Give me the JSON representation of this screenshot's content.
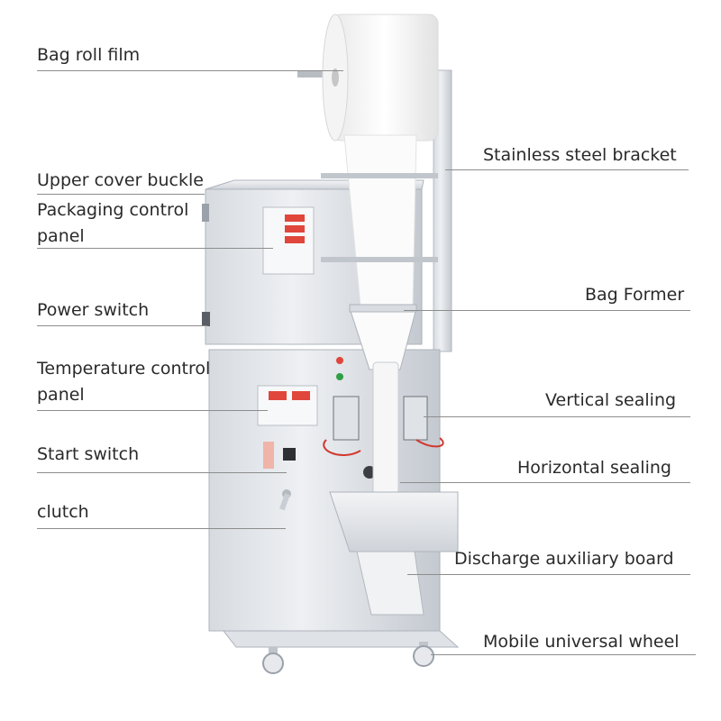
{
  "labels": {
    "bag_roll_film": "Bag roll film",
    "upper_cover_buckle": "Upper cover buckle",
    "packaging_control_panel_1": "Packaging control",
    "packaging_control_panel_2": "panel",
    "power_switch": "Power switch",
    "temperature_control_panel_1": "Temperature control",
    "temperature_control_panel_2": "panel",
    "start_switch": "Start switch",
    "clutch": "clutch",
    "stainless_steel_bracket": "Stainless steel bracket",
    "bag_former": "Bag Former",
    "vertical_sealing": "Vertical sealing",
    "horizontal_sealing": "Horizontal sealing",
    "discharge_auxiliary_board": "Discharge auxiliary board",
    "mobile_universal_wheel": "Mobile universal wheel"
  },
  "colors": {
    "steel_light": "#eceef1",
    "steel_mid": "#c9ced5",
    "steel_dark": "#9aa1aa",
    "display_red": "#e0463b",
    "film_white": "#fbfbfb",
    "leader_line": "#8d8d8d",
    "text": "#2a2a2a"
  }
}
